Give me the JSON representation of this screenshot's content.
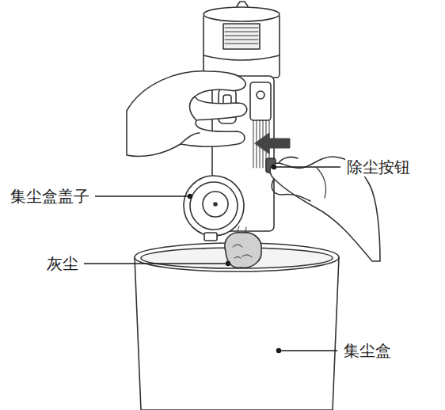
{
  "diagram": {
    "labels": [
      "除尘按钮",
      "集尘盒盖子",
      "灰尘",
      "集尘盒"
    ]
  }
}
